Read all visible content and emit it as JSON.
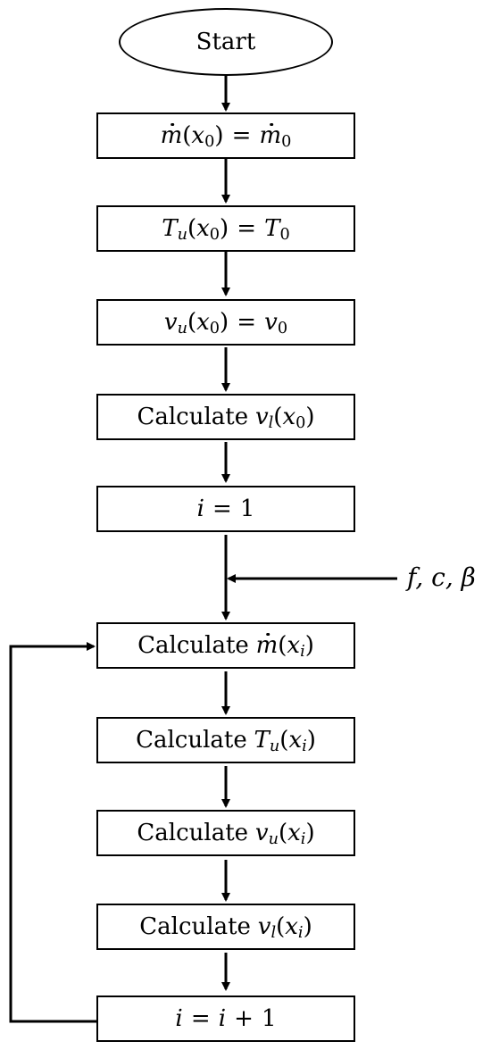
{
  "flowchart": {
    "start_label": "Start",
    "calculate_word": "Calculate",
    "symbols": {
      "m": "m",
      "T": "T",
      "v": "v",
      "x": "x",
      "i": "i",
      "u": "u",
      "l": "l",
      "zero": "0",
      "equals": "=",
      "plus": "+",
      "one": "1",
      "lparen": "(",
      "rparen": ")"
    },
    "external_inputs": "f, c, β",
    "steps": [
      "ṁ(x₀) = ṁ₀",
      "Tᵤ(x₀) = T₀",
      "vᵤ(x₀) = v₀",
      "Calculate vₗ(x₀)",
      "i = 1",
      "Calculate ṁ(xᵢ)",
      "Calculate Tᵤ(xᵢ)",
      "Calculate vᵤ(xᵢ)",
      "Calculate vₗ(xᵢ)",
      "i = i + 1"
    ]
  }
}
